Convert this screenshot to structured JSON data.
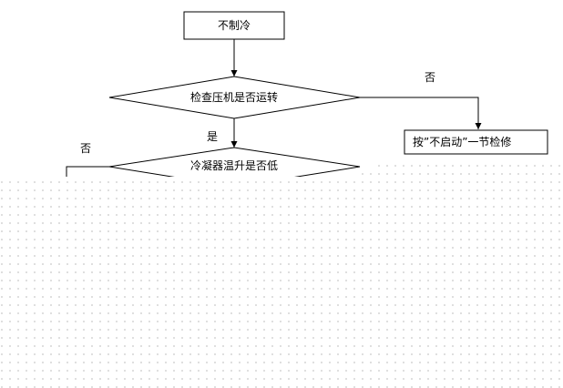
{
  "flowchart": {
    "nodes": {
      "start": {
        "label": "不制冷"
      },
      "check_compressor": {
        "label": "检查压机是否运转"
      },
      "check_condenser": {
        "label": "冷凝器温升是否低"
      },
      "refer_no_start": {
        "label": "按”不启动”一节检修"
      }
    },
    "edges": {
      "compressor_no": {
        "label": "否"
      },
      "compressor_yes": {
        "label": "是"
      },
      "condenser_no": {
        "label": "否"
      }
    }
  },
  "colors": {
    "background": "#ffffff",
    "line": "#000000",
    "text": "#000000",
    "dot_pattern": "#c8c8c8"
  }
}
